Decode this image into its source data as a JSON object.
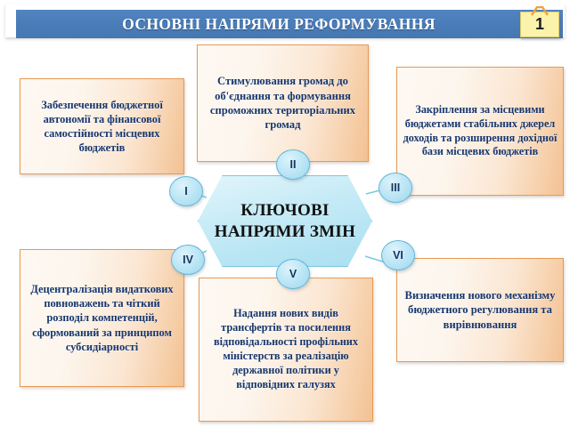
{
  "header": {
    "title": "ОСНОВНІ НАПРЯМИ РЕФОРМУВАННЯ",
    "page_number": "1",
    "bar_color": "#4a7cb8",
    "badge_color": "#fbf3ab",
    "badge_clip_color": "#f0a03c"
  },
  "center": {
    "label": "КЛЮЧОВІ НАПРЯМИ ЗМІН",
    "fill_color": "#c4eaf6",
    "border_color": "#7cc8e2"
  },
  "style": {
    "box_border_color": "#e79a54",
    "box_text_color": "#17376e",
    "marker_fill_color": "#bfe7f6",
    "marker_border_color": "#5fb6da",
    "connector_color": "#7cc8e2"
  },
  "directions": [
    {
      "marker": "I",
      "text": "Забезпечення бюджетної автономії та фінансової самостійності місцевих бюджетів"
    },
    {
      "marker": "II",
      "text": "Стимулювання громад до об'єднання  та формування спроможних територіальних громад"
    },
    {
      "marker": "III",
      "text": "Закріплення за місцевими бюджетами стабільних джерел доходів та розширення дохідної бази місцевих бюджетів"
    },
    {
      "marker": "IV",
      "text": "Децентралізація видаткових повноважень та чіткий розподіл компетенцій, сформований за принципом субсидіарності"
    },
    {
      "marker": "V",
      "text": "Надання нових видів трансфертів та посилення відповідальності профільних міністерств за реалізацію державної політики у відповідних галузях"
    },
    {
      "marker": "VI",
      "text": "Визначення нового механізму бюджетного регулювання та вирівнювання"
    }
  ]
}
